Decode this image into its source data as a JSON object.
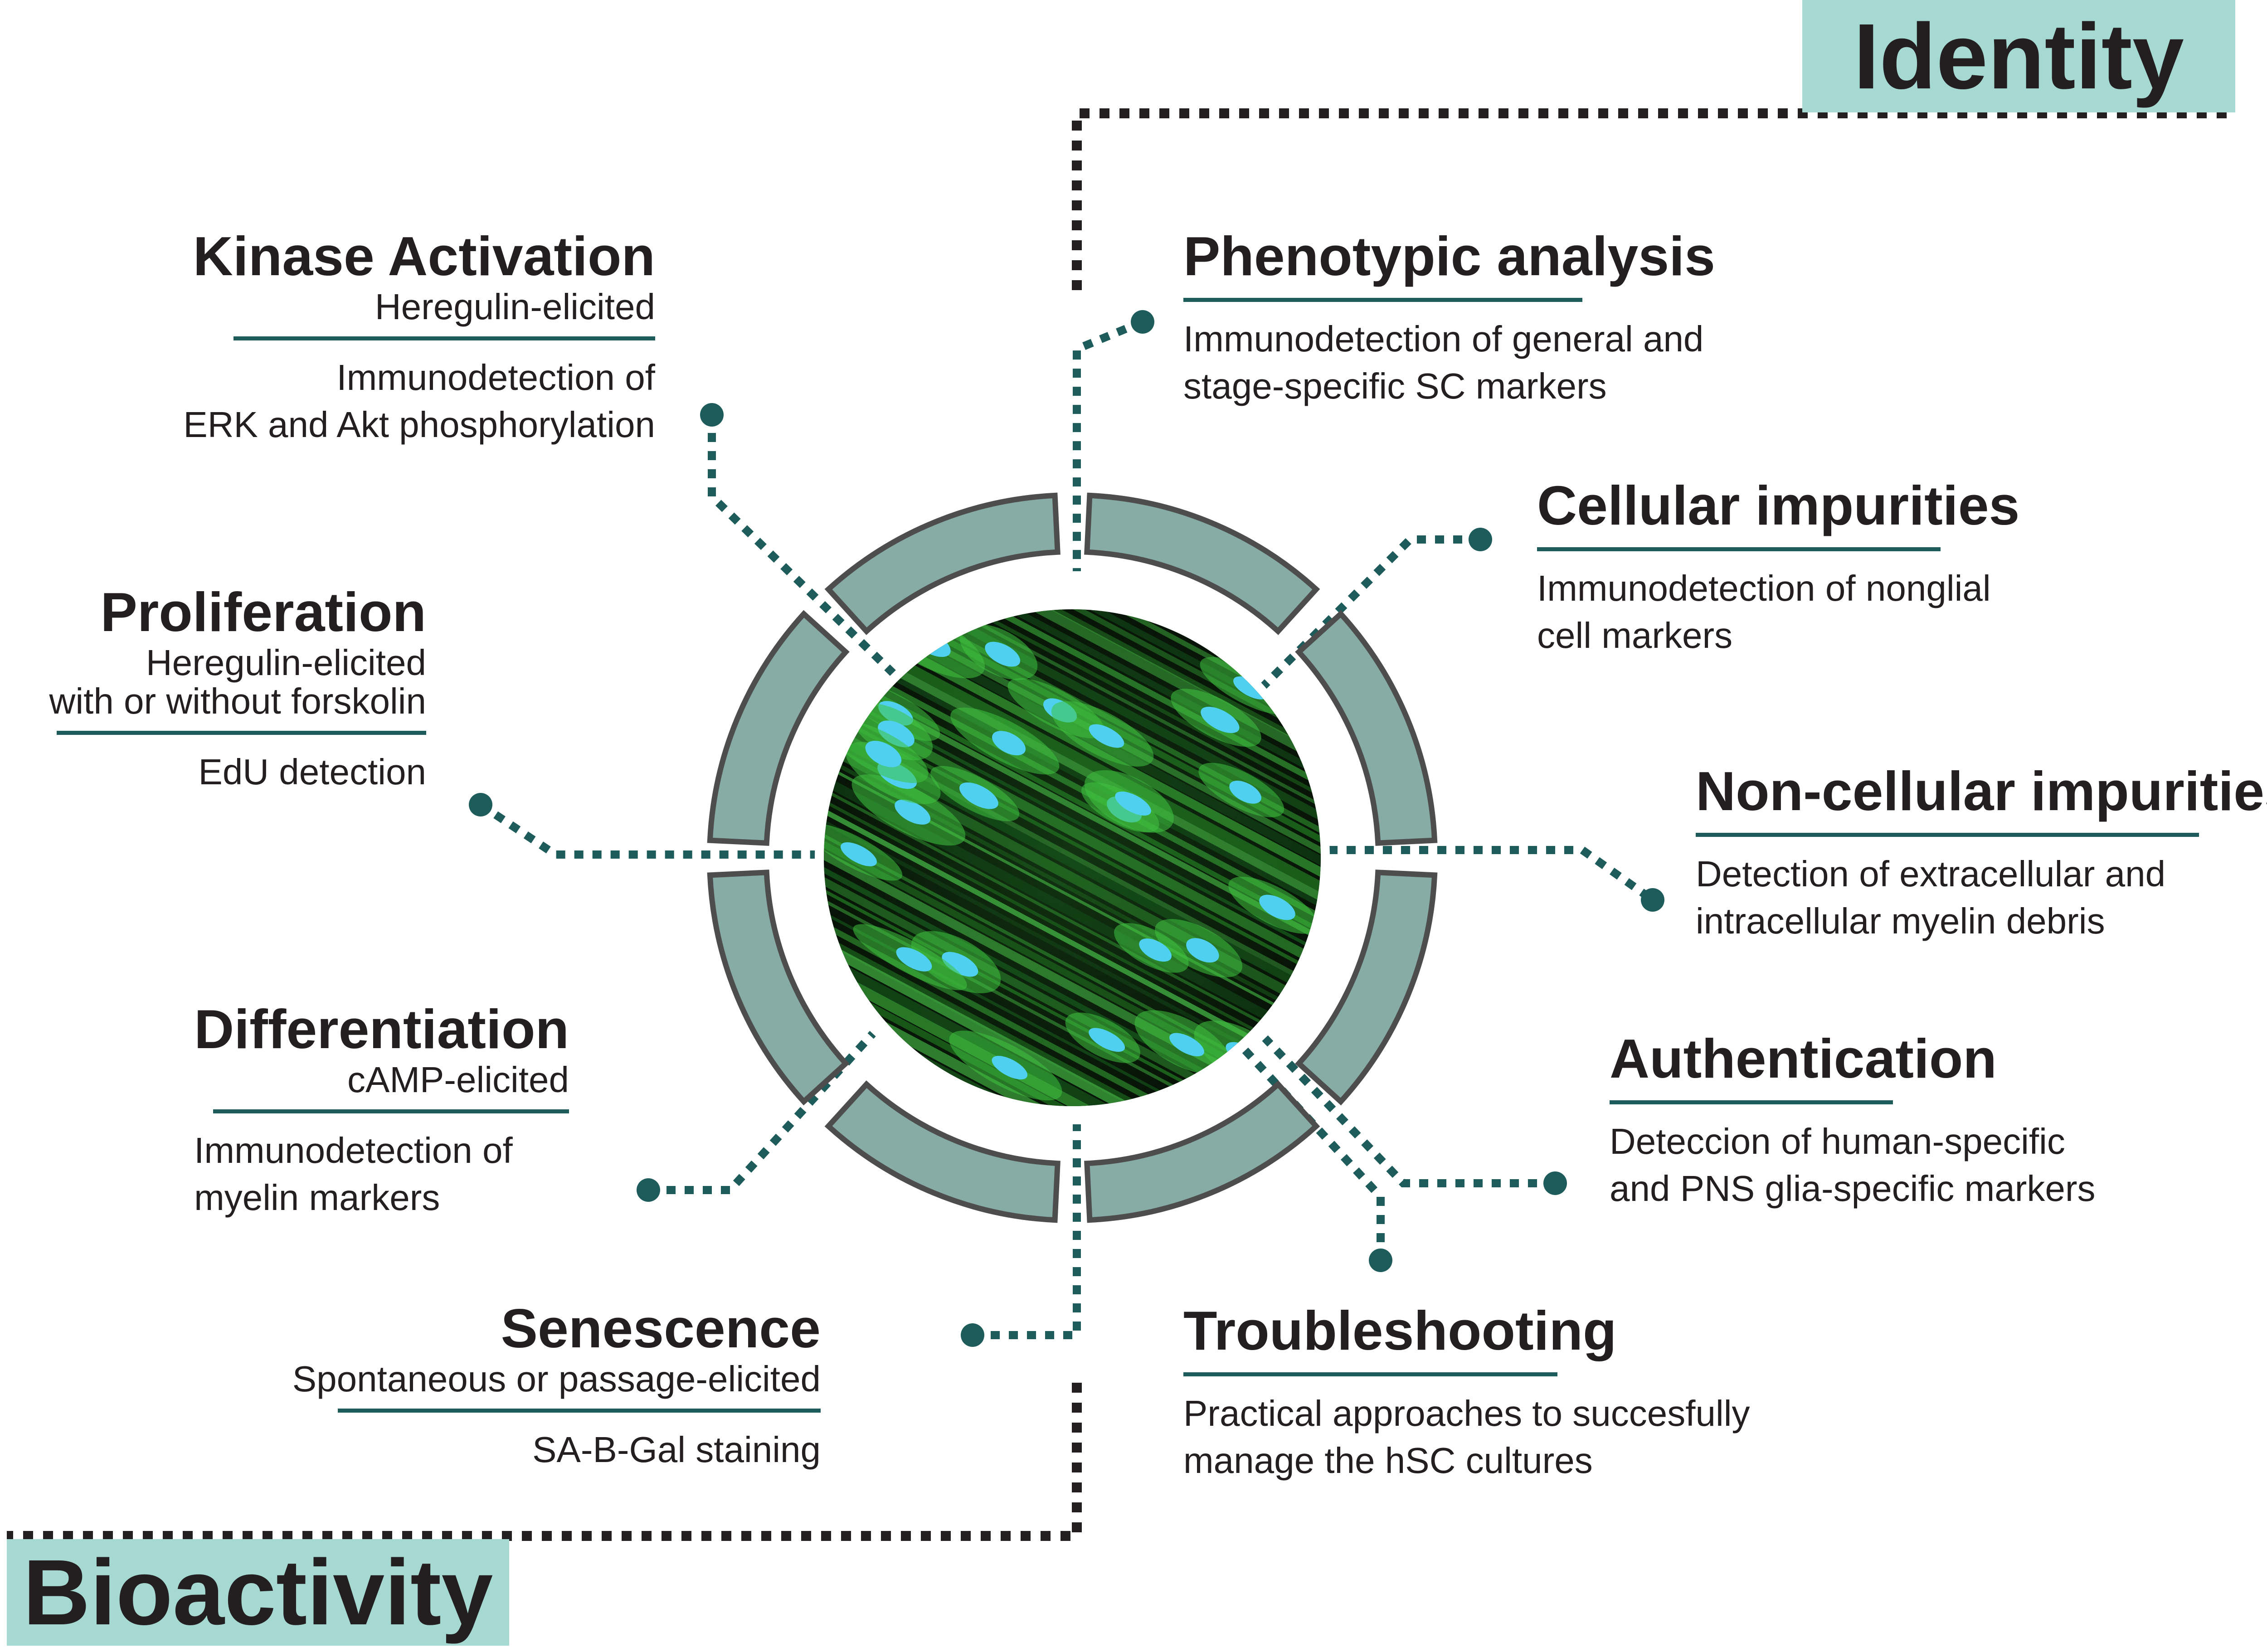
{
  "sections": {
    "identity": "Identity",
    "bioactivity": "Bioactivity"
  },
  "items": {
    "kinase": {
      "title": "Kinase Activation",
      "subtitle": "Heregulin-elicited",
      "desc_lines": [
        "Immunodetection of",
        "ERK and Akt phosphorylation"
      ]
    },
    "proliferation": {
      "title": "Proliferation",
      "subtitle_lines": [
        "Heregulin-elicited",
        "with or without forskolin"
      ],
      "desc_lines": [
        "EdU detection"
      ]
    },
    "differentiation": {
      "title": "Differentiation",
      "subtitle": "cAMP-elicited",
      "desc_lines": [
        "Immunodetection of",
        "myelin markers"
      ]
    },
    "senescence": {
      "title": "Senescence",
      "subtitle": "Spontaneous or passage-elicited",
      "desc_lines": [
        "SA-B-Gal staining"
      ]
    },
    "phenotypic": {
      "title": "Phenotypic analysis",
      "desc_lines": [
        "Immunodetection of general and",
        "stage-specific SC markers"
      ]
    },
    "cellular": {
      "title": "Cellular impurities",
      "desc_lines": [
        "Immunodetection of nonglial",
        "cell markers"
      ]
    },
    "noncellular": {
      "title": "Non-cellular impurities",
      "desc_lines": [
        "Detection of extracellular and",
        "intracellular myelin debris"
      ]
    },
    "authentication": {
      "title": "Authentication",
      "desc_lines": [
        "Deteccion of human-specific",
        "and PNS glia-specific markers"
      ]
    },
    "troubleshooting": {
      "title": "Troubleshooting",
      "desc_lines": [
        "Practical approaches to succesfully",
        "manage the hSC cultures"
      ]
    }
  },
  "colors": {
    "connector": "#1d5c5a",
    "section_fill": "#a6d9d2",
    "ring_fill": "#87aba5",
    "ring_stroke": "#4d4d4d",
    "text": "#231f20",
    "border_dots": "#231f20"
  }
}
